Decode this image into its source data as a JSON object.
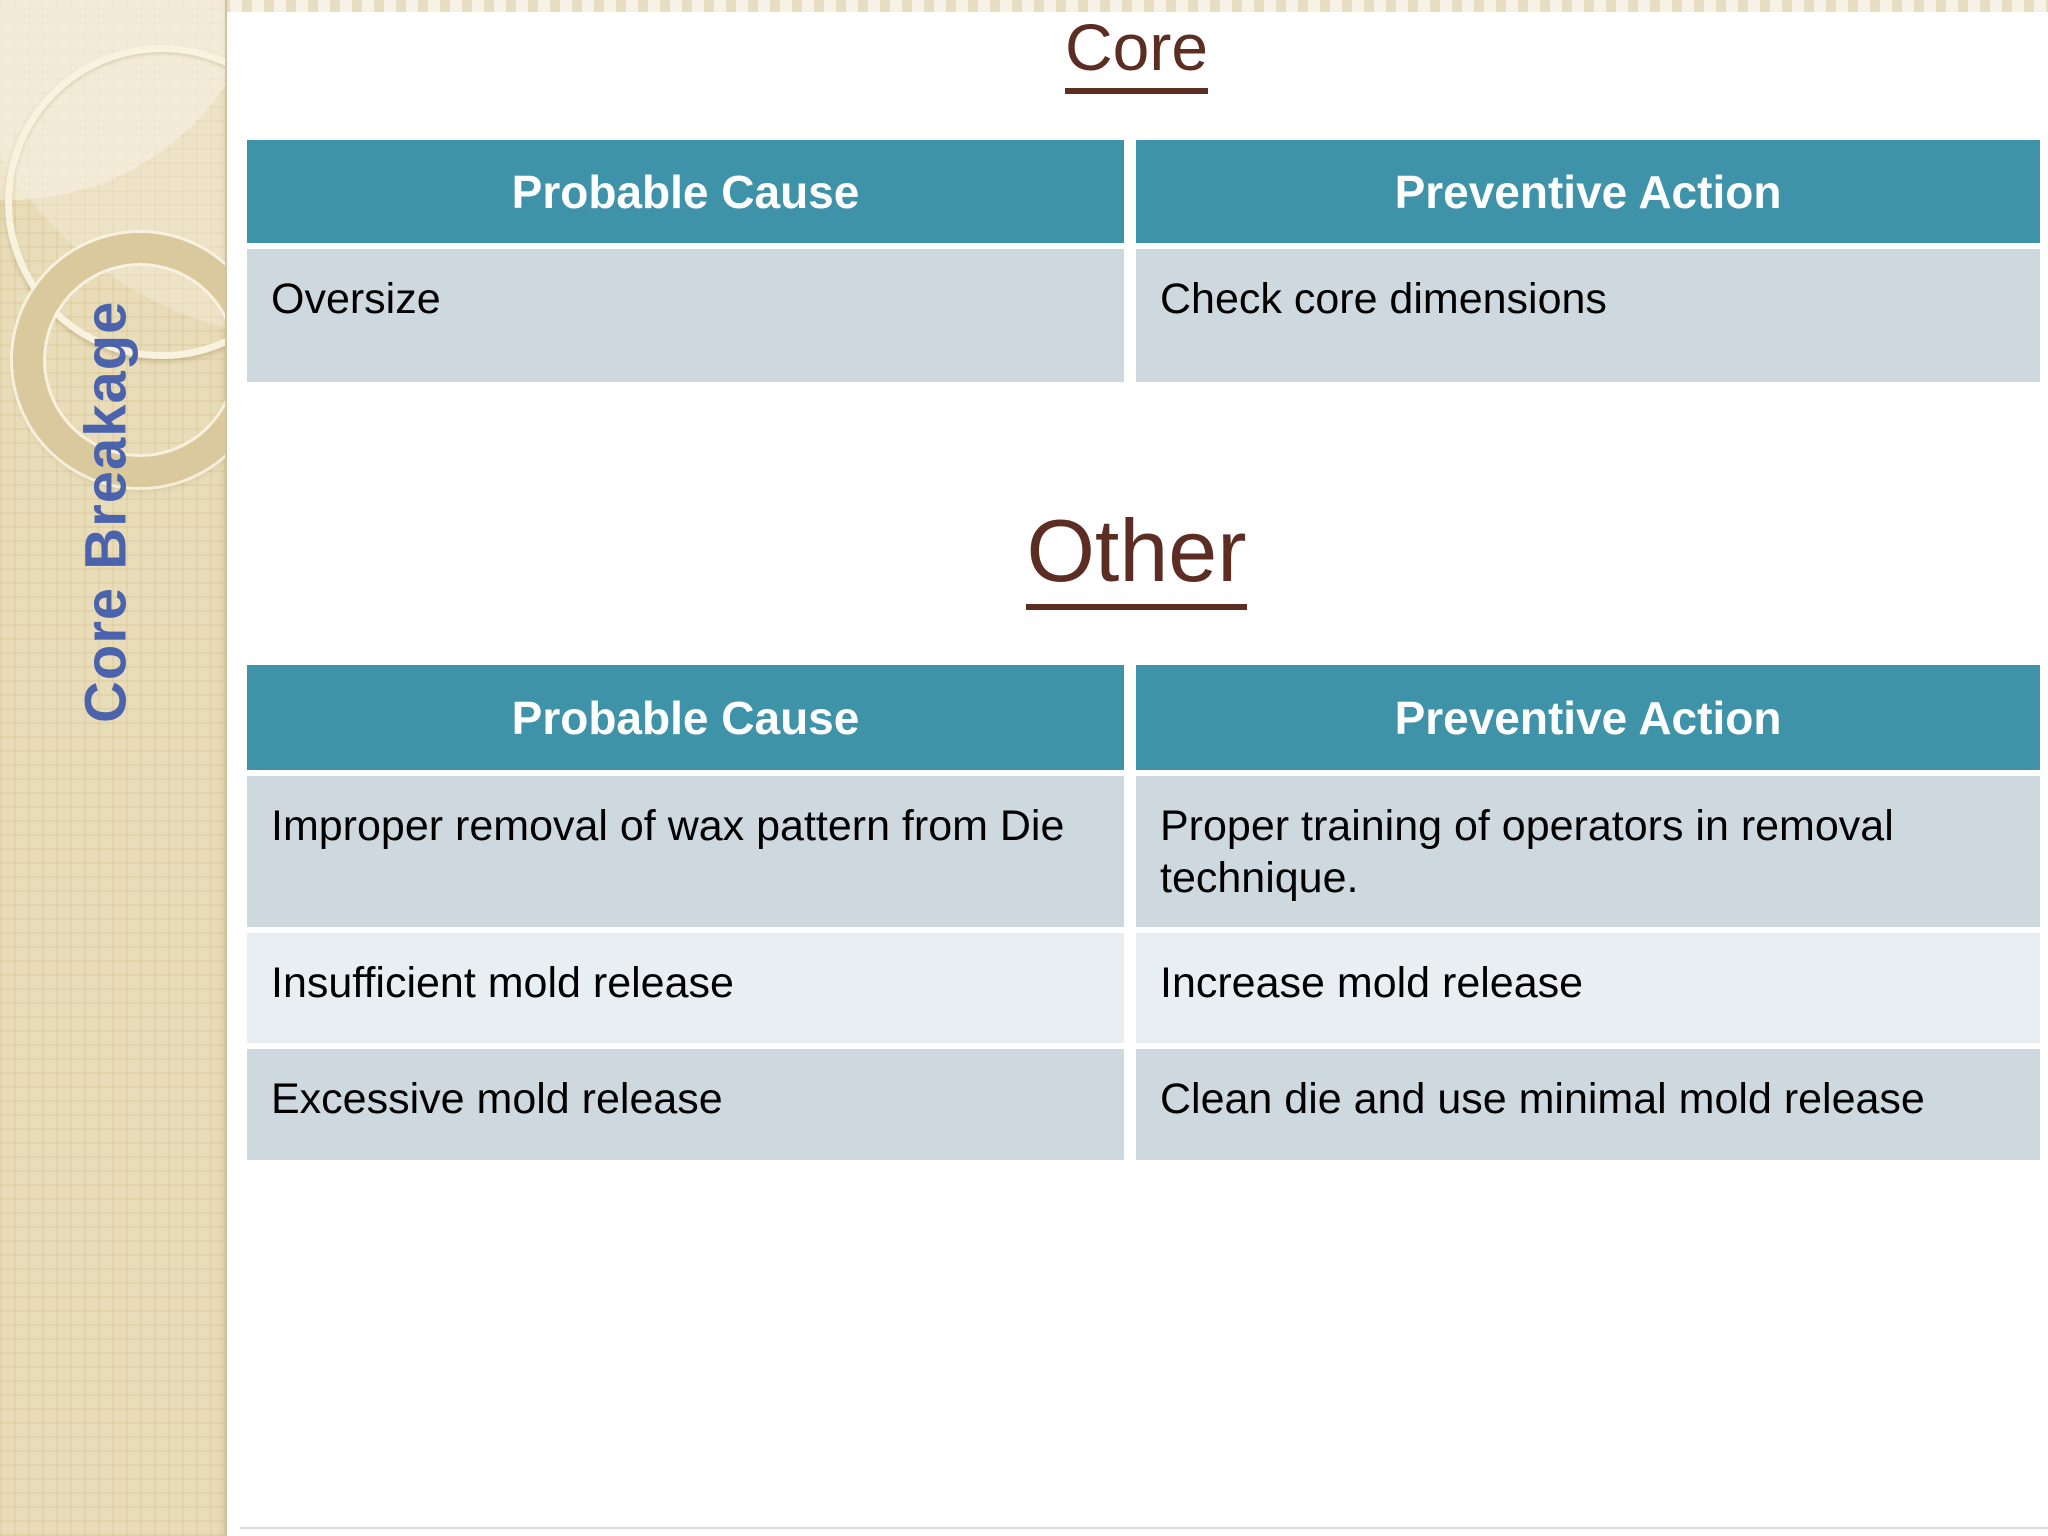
{
  "slide_title": "Core Breakage",
  "sections": [
    {
      "title": "Core",
      "table": {
        "headers": [
          "Probable Cause",
          "Preventive Action"
        ],
        "rows": [
          [
            "Oversize",
            "Check core dimensions"
          ]
        ]
      }
    },
    {
      "title": "Other",
      "table": {
        "headers": [
          "Probable Cause",
          "Preventive Action"
        ],
        "rows": [
          [
            "Improper removal of wax pattern from Die",
            "Proper training of operators in removal technique."
          ],
          [
            "Insufficient mold release",
            "Increase mold release"
          ],
          [
            "Excessive mold release",
            "Clean die and use minimal mold release"
          ]
        ]
      }
    }
  ],
  "colors": {
    "table_header_bg": "#3E93A9",
    "table_header_text": "#FFFFFF",
    "row_dark_bg": "#CDD9DE",
    "row_light_bg": "#E8EEF1",
    "section_title": "#5B2D23",
    "sidebar_bg": "#E9DDB9",
    "sidebar_title_text": "#4A63AC",
    "cell_text": "#000000"
  }
}
